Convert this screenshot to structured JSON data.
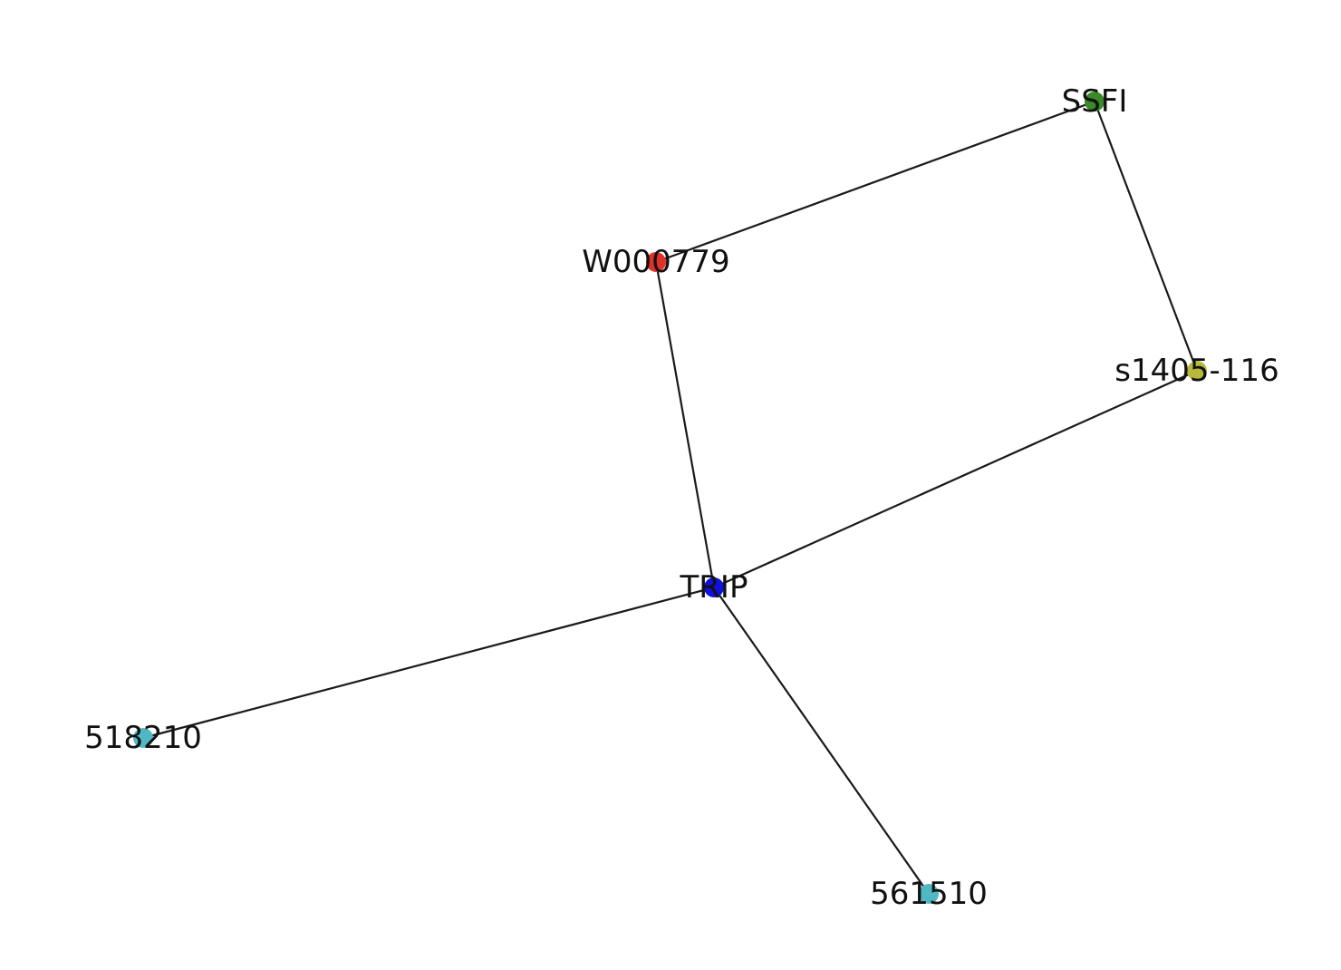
{
  "nodes": [
    {
      "id": "SSFI",
      "label": "SSFI",
      "color": "#3a8a2a"
    },
    {
      "id": "W000779",
      "label": "W000779",
      "color": "#e0302a"
    },
    {
      "id": "s1405-116",
      "label": "s1405-116",
      "color": "#b8b83a"
    },
    {
      "id": "TRIP",
      "label": "TRIP",
      "color": "#1010e0"
    },
    {
      "id": "518210",
      "label": "518210",
      "color": "#4fb8c4"
    },
    {
      "id": "561510",
      "label": "561510",
      "color": "#4fb8c4"
    }
  ],
  "edges": [
    {
      "source": "SSFI",
      "target": "W000779"
    },
    {
      "source": "SSFI",
      "target": "s1405-116"
    },
    {
      "source": "W000779",
      "target": "TRIP"
    },
    {
      "source": "s1405-116",
      "target": "TRIP"
    },
    {
      "source": "TRIP",
      "target": "518210"
    },
    {
      "source": "TRIP",
      "target": "561510"
    }
  ]
}
